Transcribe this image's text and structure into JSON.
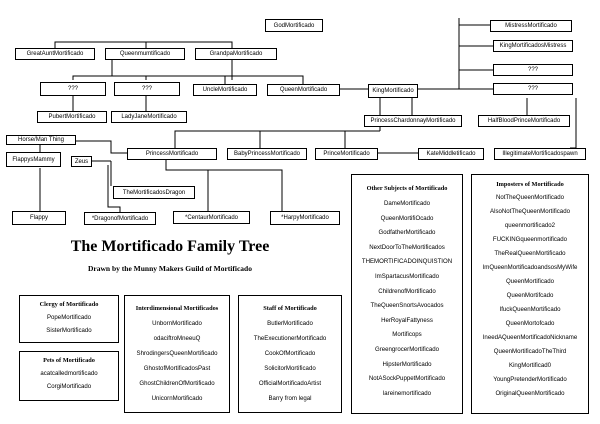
{
  "tree": {
    "god": "GodMortificado",
    "mistress": "MistressMortificado",
    "king_mistress": "KingMortificadosMistress",
    "great_aunt": "GreatAuntMortificado",
    "queenmum": "Queenmumtificado",
    "grandpa": "GrandpaMortificado",
    "unknown": "???",
    "uncle": "UncleMortificado",
    "queen": "QueenMortificado",
    "king": "KingMortificado",
    "pubert": "PubertMortificado",
    "lady_jane": "LadyJaneMortificado",
    "princess_chardonnay": "PrincessChardonnayMortificado",
    "half_blood": "HalfBloodPrinceMortificado",
    "horse_man": "Horse/Man Thing",
    "flappys_mammy": "FlappysMammy",
    "zeus": "Zeus",
    "princess": "PrincessMortificado",
    "baby_princess": "BabyPrincessMortificado",
    "prince": "PrinceMortificado",
    "kate": "KateMiddletificado",
    "illegitimate": "IllegitimateMortificadospawn",
    "dragons": "TheMortificadosDragon",
    "flappy": "Flappy",
    "dragon_of": "*DragonofMortificado",
    "centaur": "*CentaurMortificado",
    "harpy": "*HarpyMortificado"
  },
  "header": {
    "title": "The Mortificado Family Tree",
    "subtitle": "Drawn by the Munny Makers Guild of Mortificado"
  },
  "panels": {
    "clergy": {
      "title": "Clergy of Mortificado",
      "items": [
        "PopeMortificado",
        "SisterMortificado"
      ]
    },
    "pets": {
      "title": "Pets of Mortificado",
      "items": [
        "acatcalledmortificado",
        "CorgiMortificado"
      ]
    },
    "interdimensional": {
      "title": "Interdimensional Mortificados",
      "items": [
        "UnbornMortificado",
        "odaciftroMneeuQ",
        "ShrodingersQueenMortificado",
        "GhostofMortificadosPast",
        "GhostChildrenOfMortificado",
        "UnicornMortificado"
      ]
    },
    "staff": {
      "title": "Staff of Mortificado",
      "items": [
        "ButlerMortificado",
        "TheExecutionerMortificado",
        "CookOfMortificado",
        "SolicitorMortificado",
        "OfficialMortificadoArtist",
        "Barry from legal"
      ]
    },
    "other": {
      "title": "Other Subjects of Mortificado",
      "items": [
        "DameMortificado",
        "QueenMortifiOcado",
        "GodfatherMortificado",
        "NextDoorToTheMortificados",
        "THEMORTIFICADOINQUISTION",
        "ImSpartacusMortificado",
        "ChildrenofMortificado",
        "TheQueenSnortsAvocados",
        "HerRoyalFattyness",
        "Mortificops",
        "GreengrocerMortificado",
        "HipsterMortificado",
        "NotASockPuppetMortificado",
        "lareinemortificado"
      ]
    },
    "imposters": {
      "title": "Imposters of Mortificado",
      "items": [
        "NotTheQueenMortificado",
        "AlsoNotTheQueenMortificado",
        "queenmortificado2",
        "FUCKINGqueenmortificado",
        "TheRealQueenMortificado",
        "ImQueenMortificadoandsosMyWife",
        "QueenMortificado",
        "QueenMortifcado",
        "IfuckQueenMortificado",
        "QueenMortofcado",
        "IneedAQueenMortificadoNickname",
        "QueenMortificadoTheThird",
        "KingMortificad0",
        "YoungPretenderMortificado",
        "OriginalQueenMortificado"
      ]
    }
  }
}
